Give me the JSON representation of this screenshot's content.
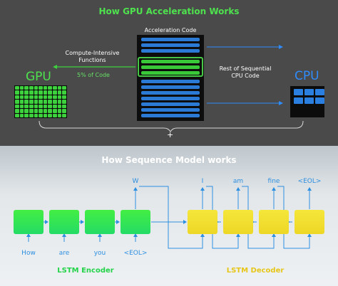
{
  "gpu_section": {
    "title": "How GPU Acceleration Works",
    "acceleration_code_label": "Acceleration Code",
    "compute_intensive_label": "Compute-Intensive Functions",
    "five_percent_label": "5% of Code",
    "rest_sequential_label": "Rest of Sequential CPU Code",
    "gpu_label": "GPU",
    "cpu_label": "CPU",
    "plus_label": "+"
  },
  "sequence_section": {
    "title": "How Sequence Model works",
    "encoder_inputs": [
      "How",
      "are",
      "you",
      "<EOL>"
    ],
    "decoder_outputs": [
      "W",
      "I",
      "am",
      "fine",
      "<EOL>"
    ],
    "encoder_label": "LSTM Encoder",
    "decoder_label": "LSTM Decoder"
  },
  "colors": {
    "gpu_green": "#4ee24e",
    "cpu_blue": "#2f8cff",
    "encoder_green": "#24dc66",
    "decoder_yellow": "#eed726",
    "arrow_blue": "#2d8fe0"
  }
}
